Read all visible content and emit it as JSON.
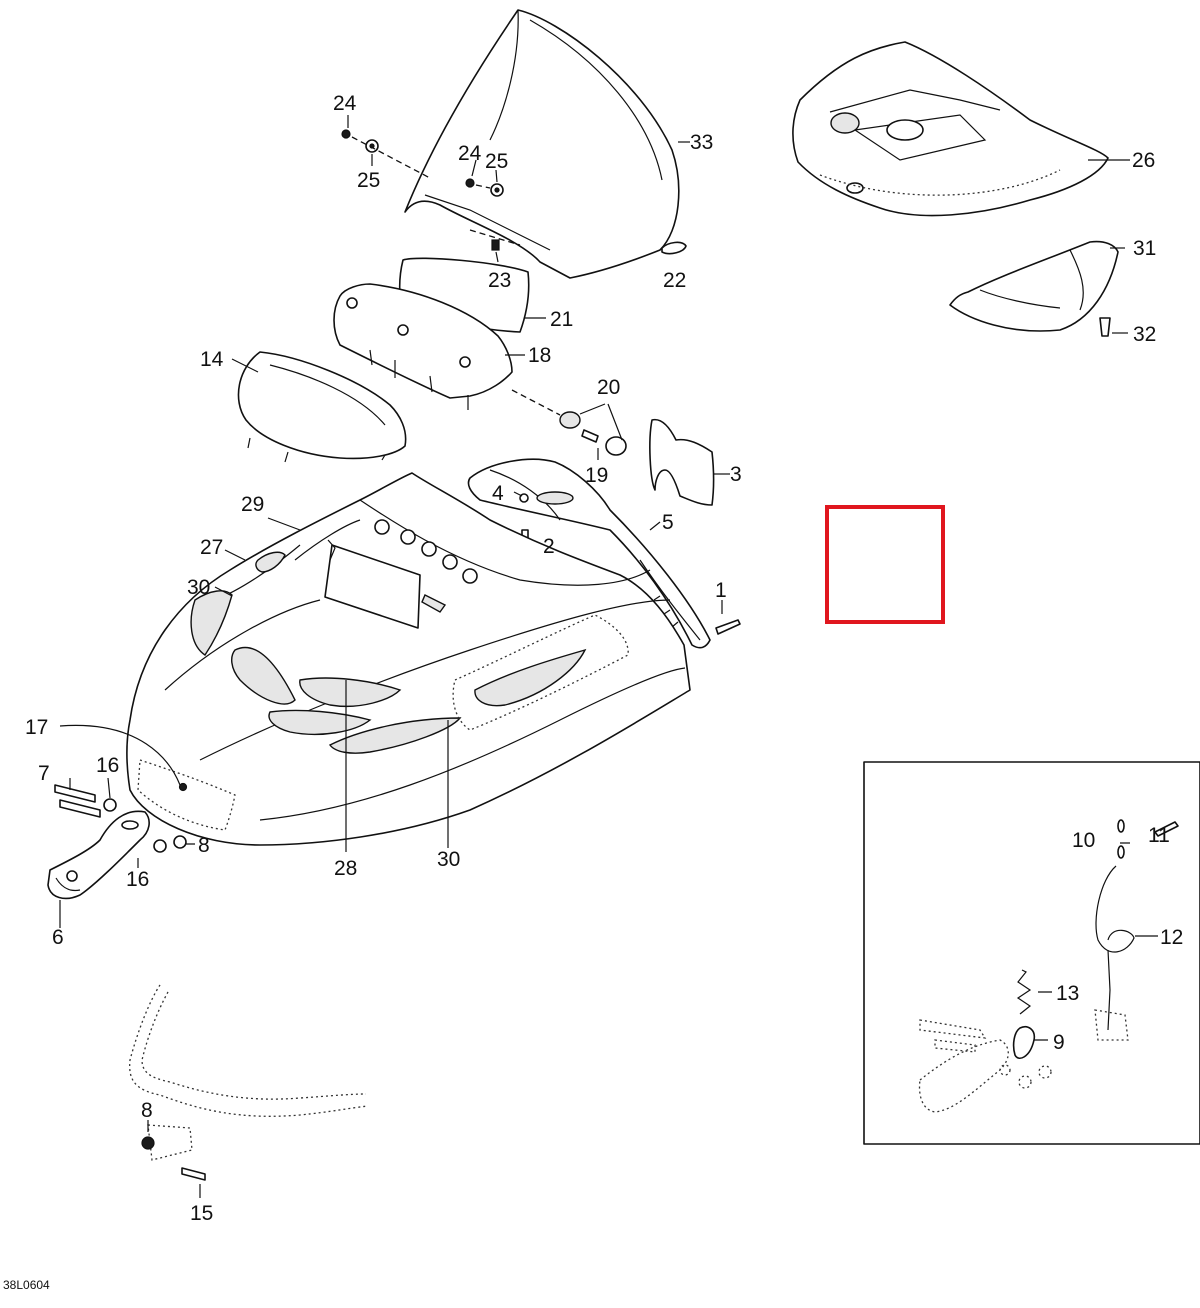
{
  "diagram": {
    "reference_code": "38L0604",
    "part_numbers": {
      "n1": "1",
      "n2": "2",
      "n3": "3",
      "n4": "4",
      "n5": "5",
      "n6": "6",
      "n7": "7",
      "n8a": "8",
      "n8b": "8",
      "n9": "9",
      "n10": "10",
      "n11": "11",
      "n12": "12",
      "n13": "13",
      "n14": "14",
      "n15": "15",
      "n16a": "16",
      "n16b": "16",
      "n17": "17",
      "n18": "18",
      "n19": "19",
      "n20": "20",
      "n21": "21",
      "n22": "22",
      "n23": "23",
      "n24a": "24",
      "n24b": "24",
      "n25a": "25",
      "n25b": "25",
      "n26": "26",
      "n27": "27",
      "n28": "28",
      "n29": "29",
      "n30a": "30",
      "n30b": "30",
      "n31": "31",
      "n32": "32",
      "n33": "33"
    },
    "highlight_color": "#e0161e",
    "line_color": "#111111"
  }
}
